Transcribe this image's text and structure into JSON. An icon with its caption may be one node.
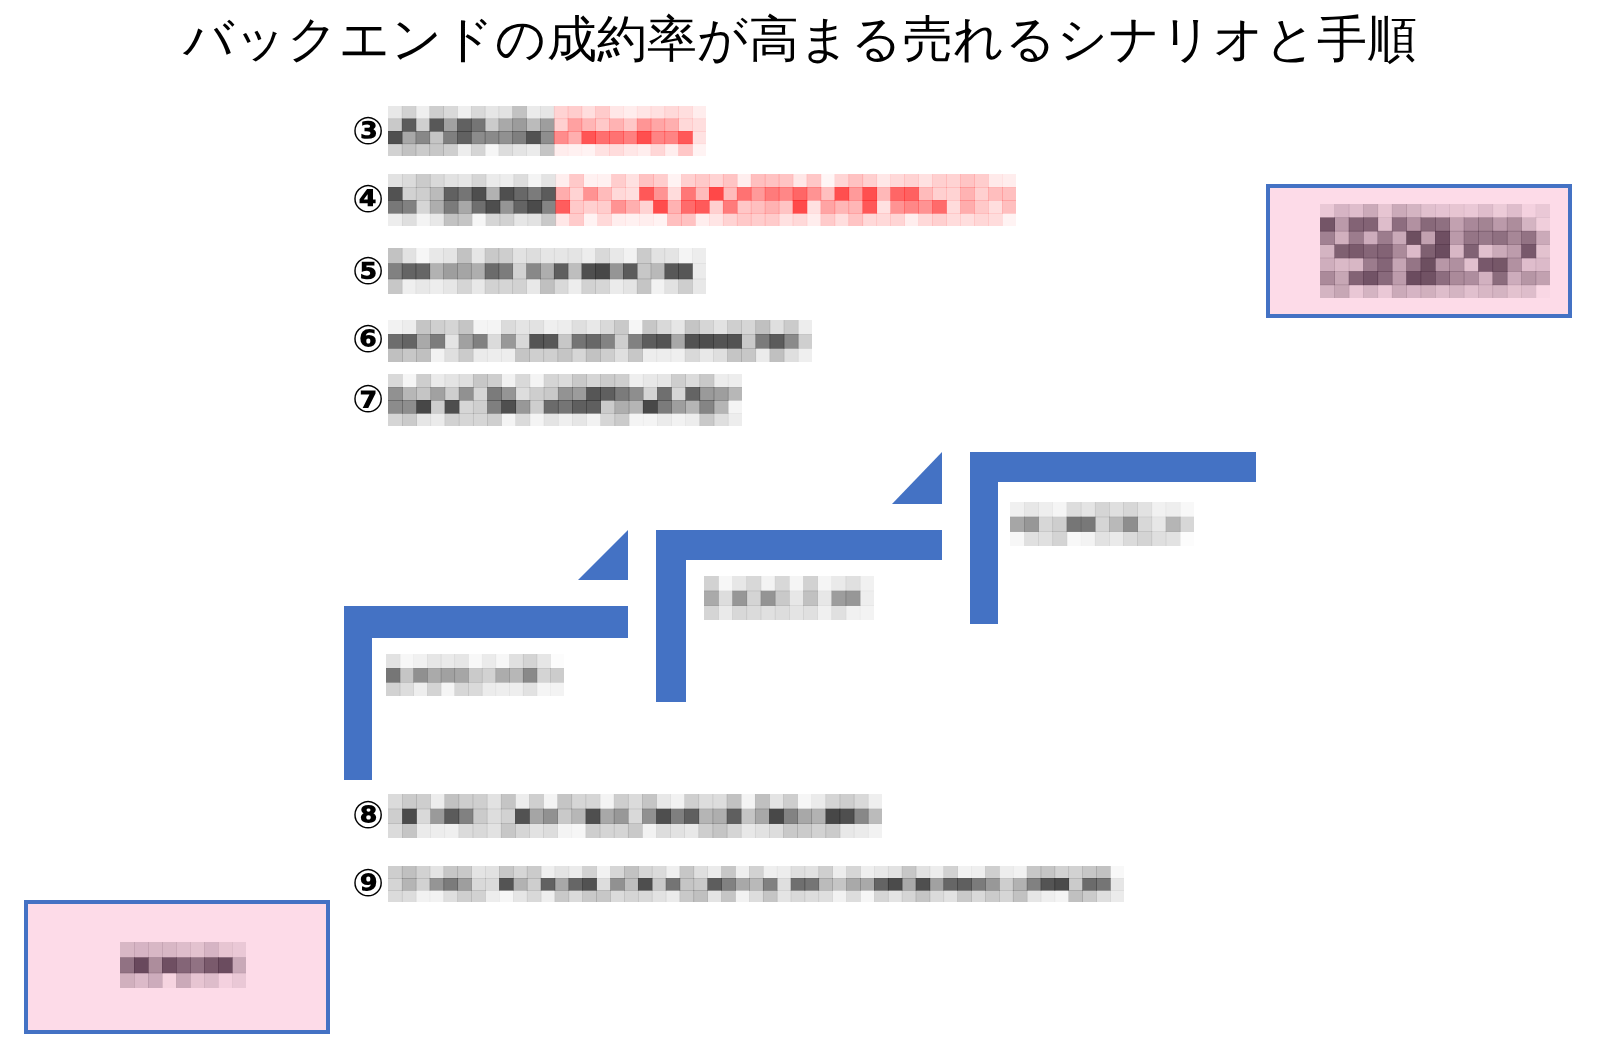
{
  "diagram": {
    "title": "バックエンドの成約率が高まる売れるシナリオと手順",
    "nodes": [
      {
        "text": [],
        "shape": "box"
      },
      {
        "text": [],
        "shape": "box"
      }
    ],
    "labels": [
      "③",
      "④",
      "⑤",
      "⑥",
      "⑦",
      "⑧",
      "⑨"
    ]
  }
}
